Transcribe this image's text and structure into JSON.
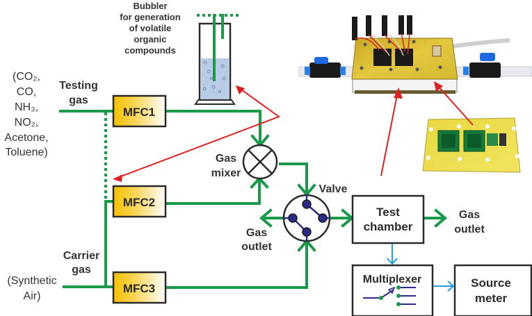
{
  "colors": {
    "gas_line": "#1a9a48",
    "signal_line": "#1ea0e0",
    "annotation_arrow": "#e02020",
    "valve_link": "#2a2a8a",
    "mfc_fill_start": "#f5c000",
    "mfc_fill_end": "#ffffff",
    "box_border": "#2a2a2a",
    "liquid": "#b8cce8"
  },
  "inputs": {
    "testing_gas": {
      "title_lines": [
        "Testing",
        "gas"
      ],
      "species_lines": [
        "(CO₂,",
        "CO,",
        "NH₃,",
        "NO₂,",
        "Acetone,",
        "Toluene)"
      ]
    },
    "carrier_gas": {
      "title_lines": [
        "Carrier",
        "gas"
      ],
      "species_lines": [
        "(Synthetic",
        "Air)"
      ]
    }
  },
  "mfcs": [
    {
      "label": "MFC1"
    },
    {
      "label": "MFC2"
    },
    {
      "label": "MFC3"
    }
  ],
  "bubbler": {
    "caption_lines": [
      "Bubbler",
      "for generation",
      "of volatile",
      "organic",
      "compounds"
    ]
  },
  "mixer": {
    "label_lines": [
      "Gas",
      "mixer"
    ]
  },
  "valve": {
    "label": "Valve"
  },
  "valve_outlet": {
    "label_lines": [
      "Gas",
      "outlet"
    ]
  },
  "test_chamber": {
    "label_lines": [
      "Test",
      "chamber"
    ]
  },
  "chamber_outlet": {
    "label_lines": [
      "Gas",
      "outlet"
    ]
  },
  "multiplexer": {
    "label": "Multiplexer"
  },
  "source_meter": {
    "label_lines": [
      "Source",
      "meter"
    ]
  },
  "photos": [
    {
      "name": "test-chamber-photo",
      "description": "Test chamber PCB with valves and wiring"
    },
    {
      "name": "sensor-board-photo",
      "description": "Sensor board with two sensor chips"
    }
  ]
}
